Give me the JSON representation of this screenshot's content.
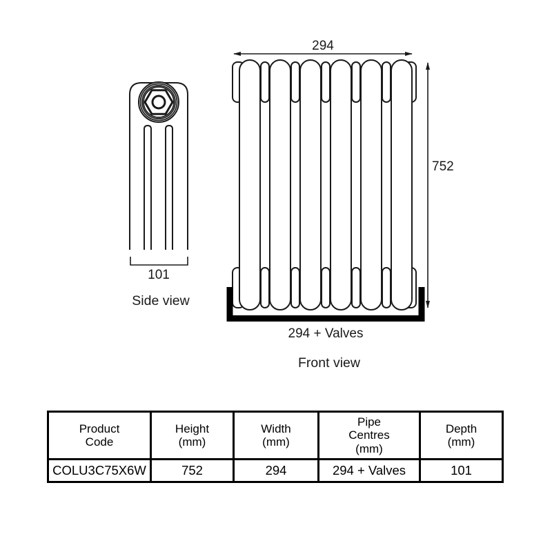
{
  "side_view": {
    "label": "Side view",
    "depth_dimension": "101"
  },
  "front_view": {
    "label": "Front view",
    "width_dimension": "294",
    "height_dimension": "752",
    "pipe_centres_dimension": "294 + Valves"
  },
  "table": {
    "headers": [
      [
        "Product",
        "Code"
      ],
      [
        "Height",
        "(mm)"
      ],
      [
        "Width",
        "(mm)"
      ],
      [
        "Pipe",
        "Centres",
        "(mm)"
      ],
      [
        "Depth",
        "(mm)"
      ]
    ],
    "row": [
      "COLU3C75X6W",
      "752",
      "294",
      "294 + Valves",
      "101"
    ]
  },
  "colors": {
    "outline": "#1a1a1a",
    "heavy_line": "#000000",
    "background": "#ffffff"
  }
}
